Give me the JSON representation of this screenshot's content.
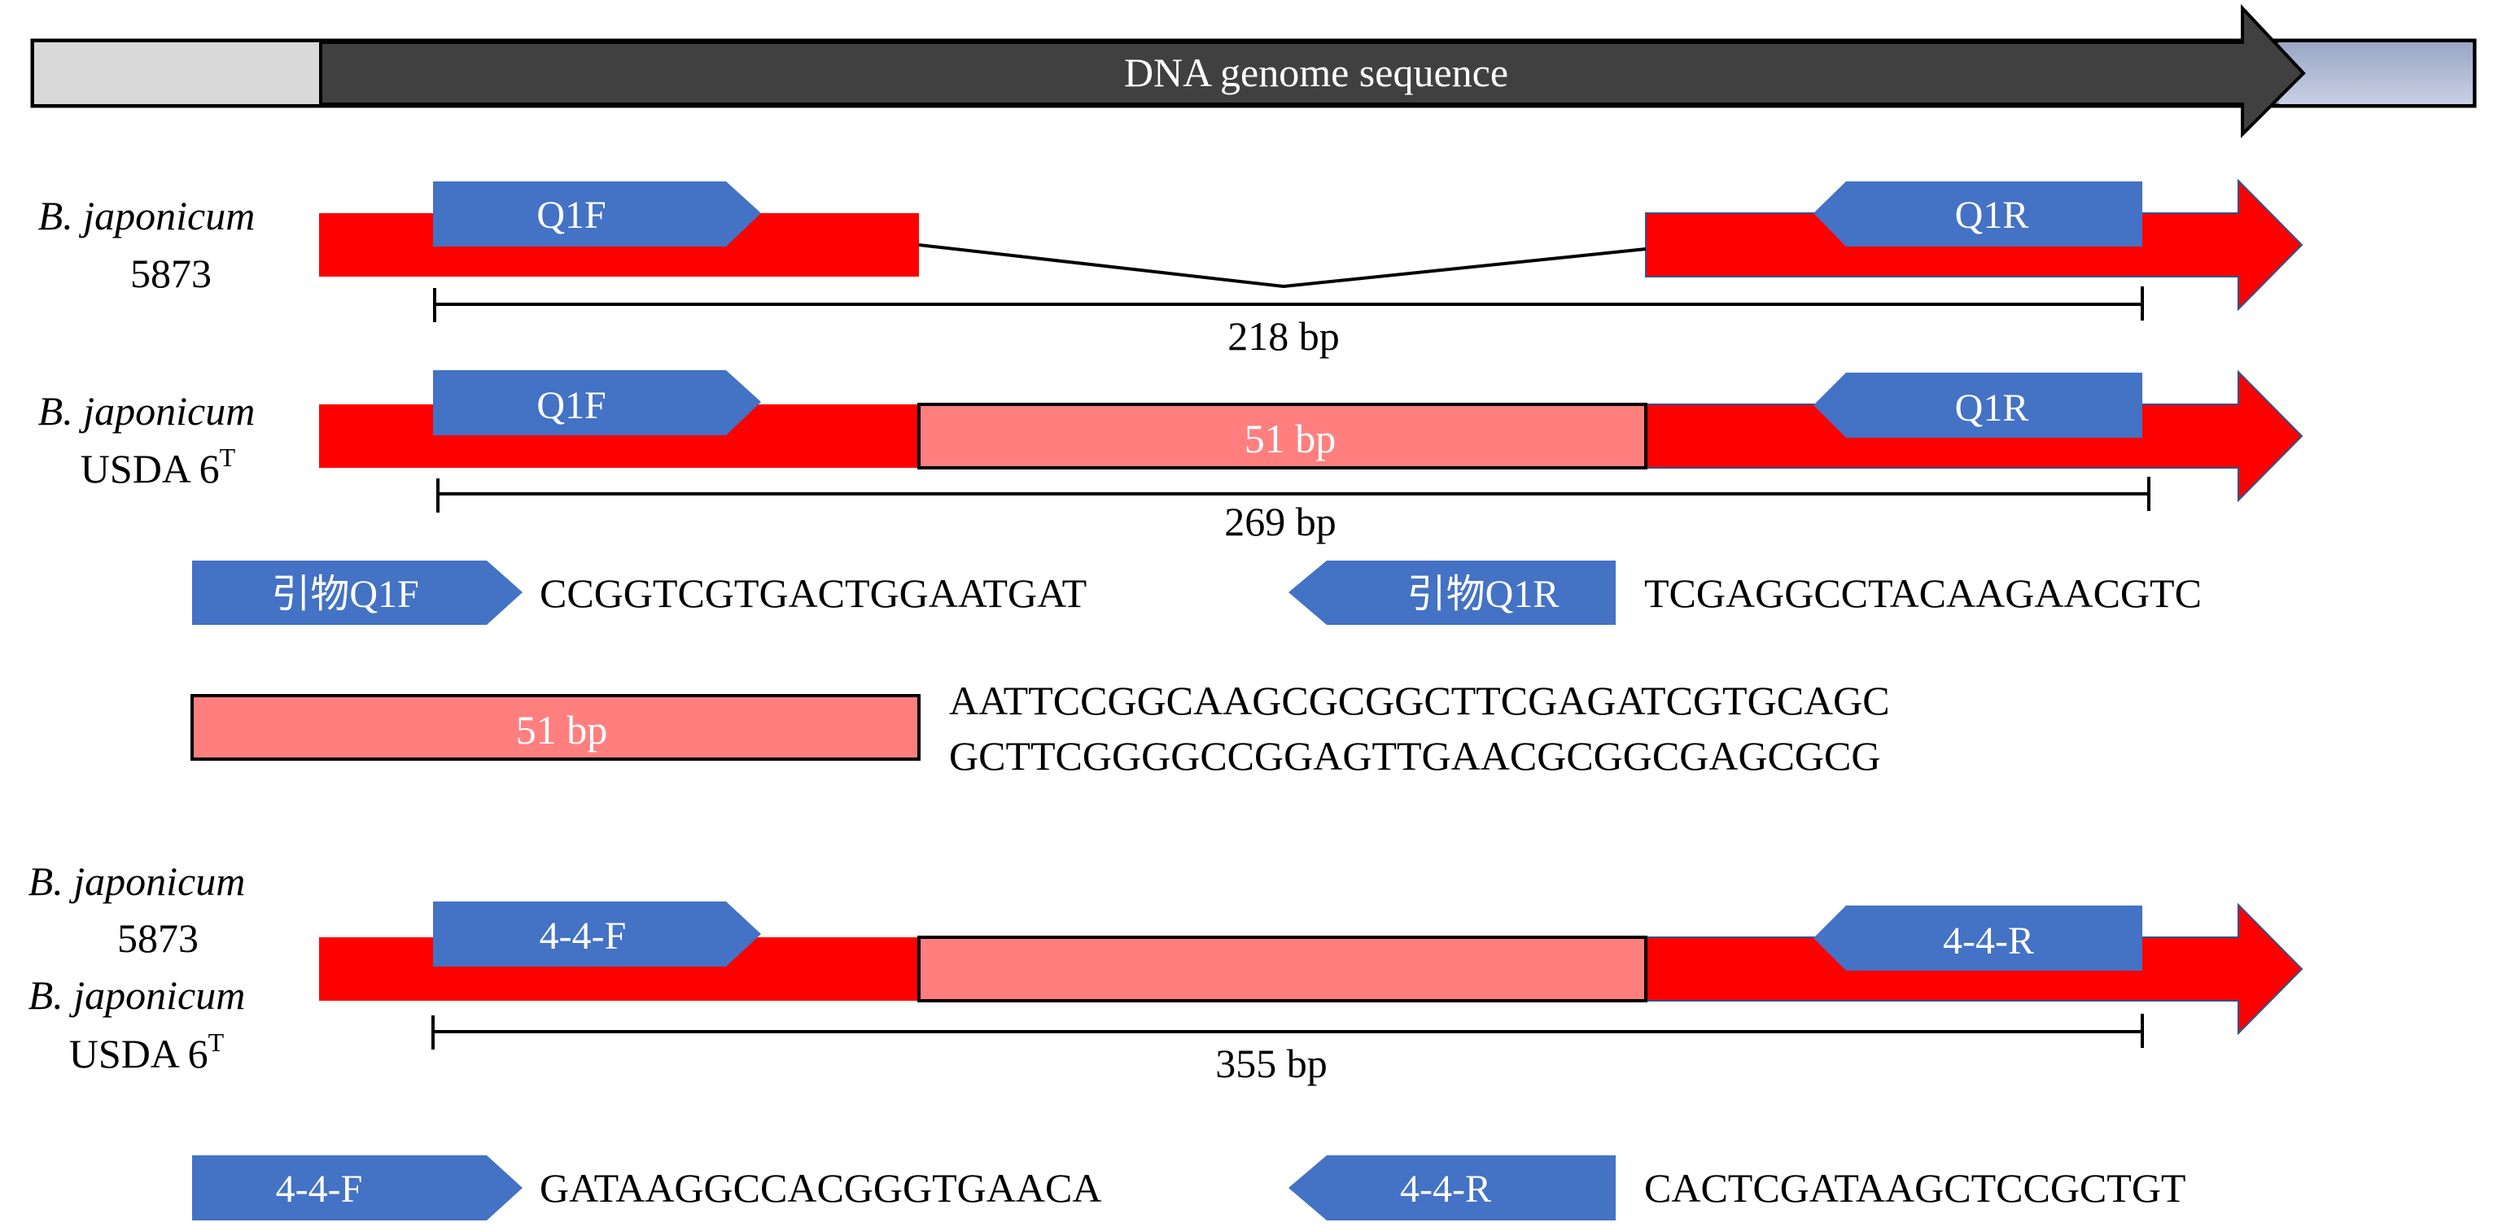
{
  "genome_bar": {
    "label": "DNA genome sequence"
  },
  "panel1": {
    "strain_name": "B. japonicum",
    "strain_id": "5873",
    "primer_f": "Q1F",
    "primer_r": "Q1R",
    "amplicon": "218 bp"
  },
  "panel2": {
    "strain_name": "B. japonicum",
    "strain_id": "USDA 6",
    "strain_sup": "T",
    "primer_f": "Q1F",
    "primer_r": "Q1R",
    "insert": "51 bp",
    "amplicon": "269 bp"
  },
  "legend_q1": {
    "fwd_label": "引物Q1F",
    "fwd_seq": "CCGGTCGTGACTGGAATGAT",
    "rev_label": "引物Q1R",
    "rev_seq": "TCGAGGCCTACAAGAACGTC"
  },
  "legend_insert": {
    "label": "51 bp",
    "seq_line1": "AATTCCGGCAAGCGCGGCTTCGAGATCGTGCAGC",
    "seq_line2": "GCTTCGGGGCCGGAGTTGAACGCGGCGAGCGCG"
  },
  "panel3": {
    "strain1_name": "B. japonicum",
    "strain1_id": "5873",
    "strain2_name": "B. japonicum",
    "strain2_id": "USDA 6",
    "strain2_sup": "T",
    "primer_f": "4-4-F",
    "primer_r": "4-4-R",
    "amplicon": "355 bp"
  },
  "legend_44": {
    "fwd_label": "4-4-F",
    "fwd_seq": "GATAAGGCCACGGGTGAACA",
    "rev_label": "4-4-R",
    "rev_seq": "CACTCGATAAGCTCCGCTGT"
  },
  "colors": {
    "gene_red": "#FF0000",
    "insert_pink": "#FF7F7F",
    "primer_blue": "#4472C4",
    "genome_dark": "#404040",
    "genome_light": "#D9D9D9",
    "genome_end": "#AAB4CC"
  }
}
